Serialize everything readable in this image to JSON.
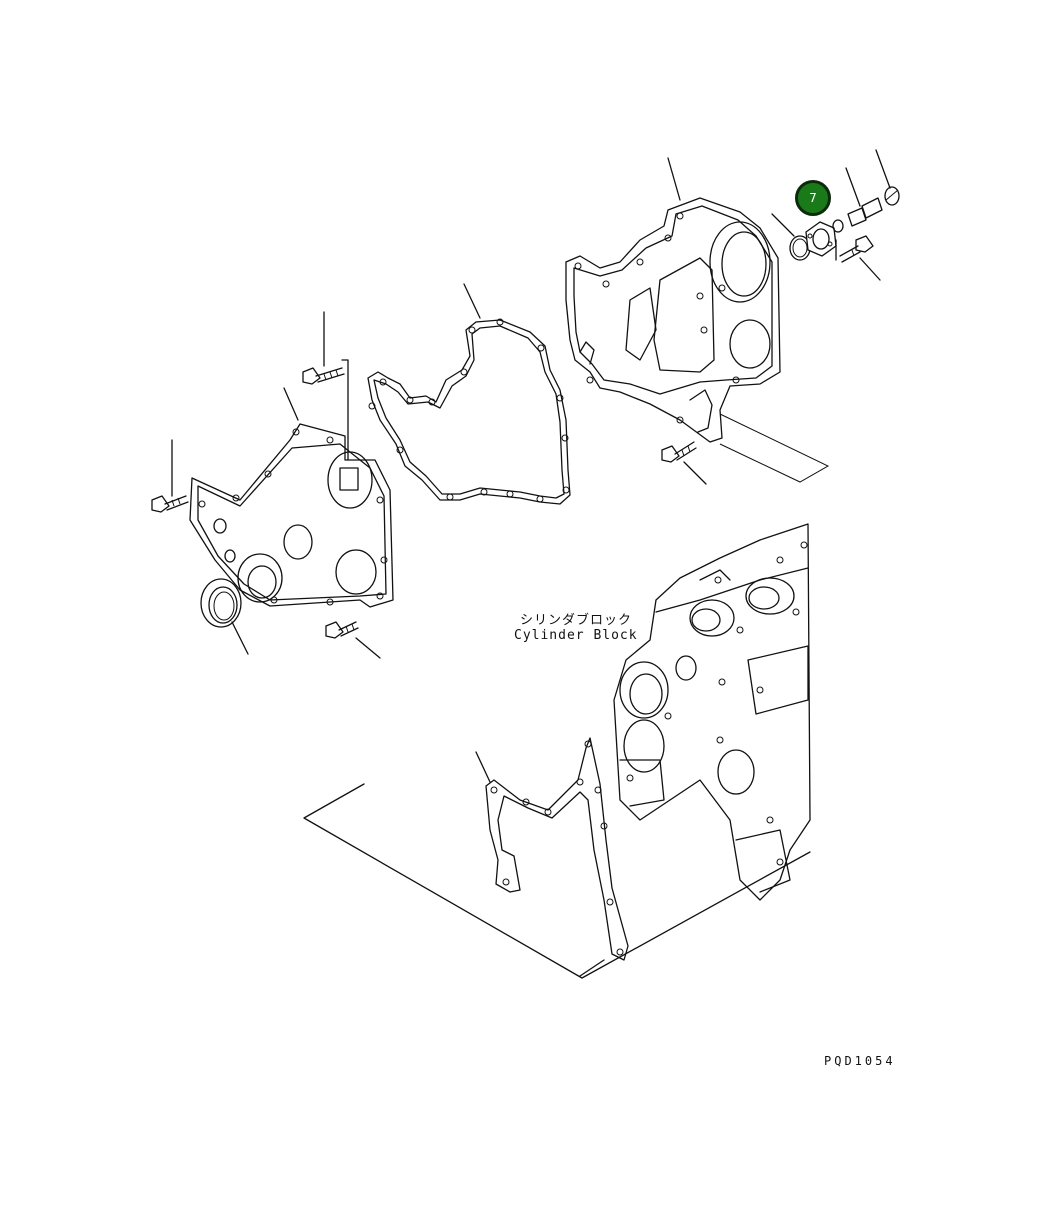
{
  "labels": {
    "block_jp": "シリンダブロック",
    "block_en": "Cylinder Block",
    "drawing_code": "PQD1054"
  },
  "callouts": [
    {
      "number": "7",
      "color": "#1a7a1a"
    }
  ]
}
